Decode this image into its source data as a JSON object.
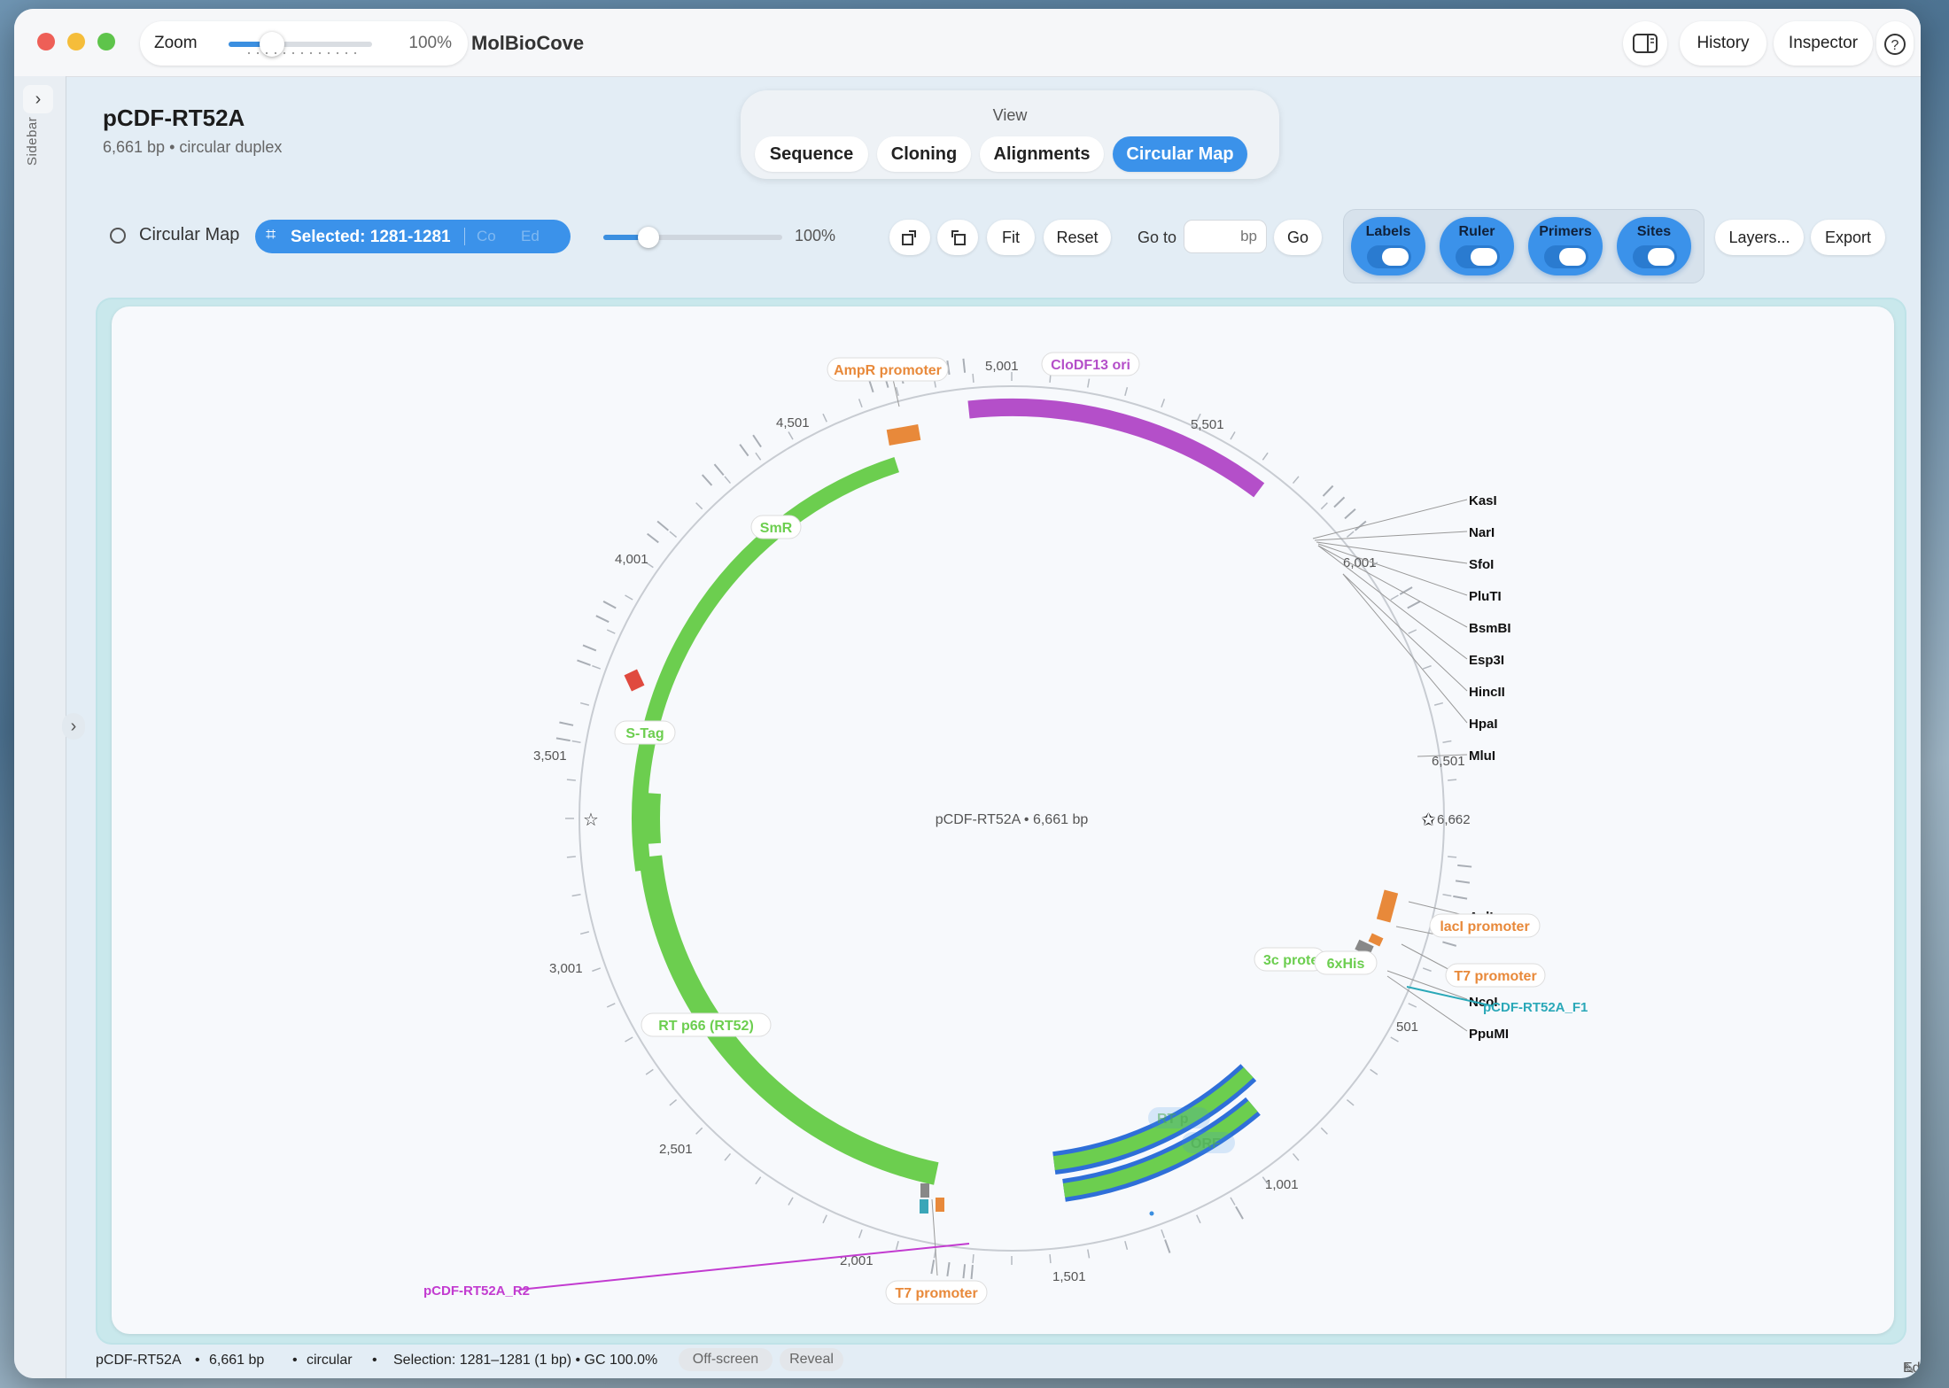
{
  "window": {
    "app_title": "MolBioCove",
    "zoom": {
      "label": "Zoom",
      "value": "100%",
      "level": 0.3
    },
    "buttons": {
      "history": "History",
      "inspector": "Inspector"
    }
  },
  "sidebar": {
    "label": "Sidebar"
  },
  "document": {
    "title": "pCDF-RT52A",
    "subtitle": "6,661 bp • circular duplex"
  },
  "view": {
    "label": "View",
    "tabs": [
      {
        "label": "Sequence",
        "active": false
      },
      {
        "label": "Cloning",
        "active": false
      },
      {
        "label": "Alignments",
        "active": false
      },
      {
        "label": "Circular Map",
        "active": true
      }
    ]
  },
  "map_controls": {
    "mode_label": "Circular Map",
    "selected_label": "Selected: 1281-1281",
    "selected_ghost_1": "Co",
    "selected_ghost_2": "Ed",
    "zoom_value": "100%",
    "zoom_level": 0.25,
    "fit": "Fit",
    "reset": "Reset",
    "goto_label": "Go to",
    "goto_placeholder": "bp",
    "go": "Go",
    "toggles": [
      {
        "label": "Labels",
        "on": true
      },
      {
        "label": "Ruler",
        "on": true
      },
      {
        "label": "Primers",
        "on": true
      },
      {
        "label": "Sites",
        "on": true
      }
    ],
    "layers": "Layers...",
    "export": "Export"
  },
  "map": {
    "center_label": "pCDF-RT52A • 6,661 bp",
    "ticks": [
      "501",
      "1,001",
      "1,501",
      "2,001",
      "2,501",
      "3,001",
      "3,501",
      "4,001",
      "4,501",
      "5,001",
      "5,501",
      "6,001",
      "6,501",
      "6,662"
    ],
    "features": [
      {
        "name": "AmpR promoter",
        "color": "#e8893a"
      },
      {
        "name": "CloDF13 ori",
        "color": "#b44fc9"
      },
      {
        "name": "SmR",
        "color": "#6cce4f"
      },
      {
        "name": "S-Tag",
        "color": "#6cce4f"
      },
      {
        "name": "RT p66 (RT52)",
        "color": "#6cce4f"
      },
      {
        "name": "T7 promoter",
        "color": "#e8893a"
      },
      {
        "name": "lacI promoter",
        "color": "#e8893a"
      },
      {
        "name": "T7 promoter",
        "color": "#e8893a"
      },
      {
        "name": "3c prote",
        "color": "#6cce4f"
      },
      {
        "name": "6xHis",
        "color": "#6cce4f"
      },
      {
        "name": "RT p",
        "color": "#6cce4f"
      },
      {
        "name": "ORF",
        "color": "#6cce4f"
      }
    ],
    "sites": [
      "KasI",
      "NarI",
      "SfoI",
      "PluTI",
      "BsmBI",
      "Esp3I",
      "HincII",
      "HpaI",
      "MluI",
      "AclI",
      "NcoI",
      "PpuMI"
    ],
    "primers": [
      {
        "name": "pCDF-RT52A_F1",
        "color": "#2aa8b8"
      },
      {
        "name": "pCDF-RT52A_R2",
        "color": "#c23bd0"
      }
    ]
  },
  "status": {
    "name": "pCDF-RT52A",
    "length": "6,661 bp",
    "topology": "circular",
    "selection": "Selection: 1281–1281 (1 bp) • GC 100.0%",
    "offscreen": "Off-screen",
    "reveal": "Reveal",
    "editable": "Editable"
  },
  "colors": {
    "accent": "#3b92ea",
    "orange": "#e8893a",
    "purple": "#b44fc9",
    "green": "#6cce4f",
    "red": "#e04a3f",
    "teal": "#2aa8b8"
  }
}
